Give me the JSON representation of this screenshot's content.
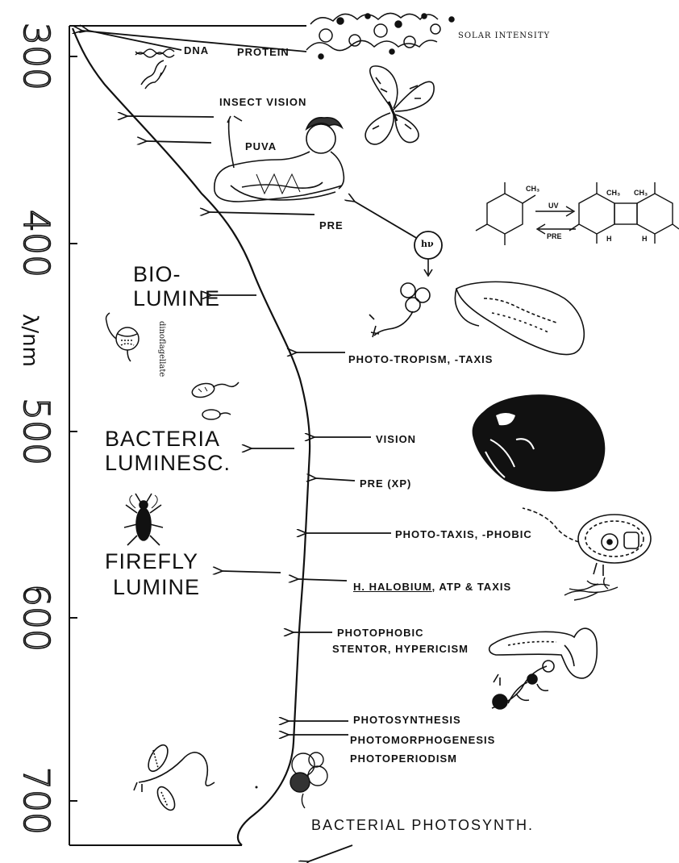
{
  "axis": {
    "label": "λ/nm",
    "ticks": [
      "300",
      "400",
      "500",
      "600",
      "700"
    ]
  },
  "top": {
    "dna": "DNA",
    "protein": "PROTEIN",
    "solar_intensity": "SOLAR INTENSITY",
    "insect_vision": "INSECT VISION",
    "puva": "PUVA",
    "pre": "PRE"
  },
  "chemistry": {
    "ch3_left": "CH₃",
    "uv": "UV",
    "pre_arrow": "PRE",
    "ch3_mid": "CH₃",
    "ch3_right": "CH₃",
    "h_left": "H",
    "h_right": "H",
    "hv": "hν"
  },
  "left_labels": {
    "bio_lumine_1": "BIO-",
    "bio_lumine_2": "LUMINE",
    "dinoflagellate": "dinoflagellate",
    "bacteria_1": "BACTERIA",
    "bacteria_2": "LUMINESC.",
    "firefly_1": "FIREFLY",
    "firefly_2": "LUMINE"
  },
  "right_labels": {
    "phototropism": "PHOTO-TROPISM, -TAXIS",
    "vision": "VISION",
    "pre_xp": "PRE (XP)",
    "phototaxis": "PHOTO-TAXIS, -PHOBIC",
    "halobium_name": "H. HALOBIUM",
    "halobium_rest": ", ATP & TAXIS",
    "photophobic": "PHOTOPHOBIC",
    "stentor": "STENTOR, HYPERICISM",
    "photosynthesis": "PHOTOSYNTHESIS",
    "photomorphogenesis": "PHOTOMORPHOGENESIS",
    "photoperiodism": "PHOTOPERIODISM",
    "bacterial_photosynth": "BACTERIAL PHOTOSYNTH."
  },
  "colors": {
    "ink": "#111111",
    "paper": "#ffffff"
  }
}
